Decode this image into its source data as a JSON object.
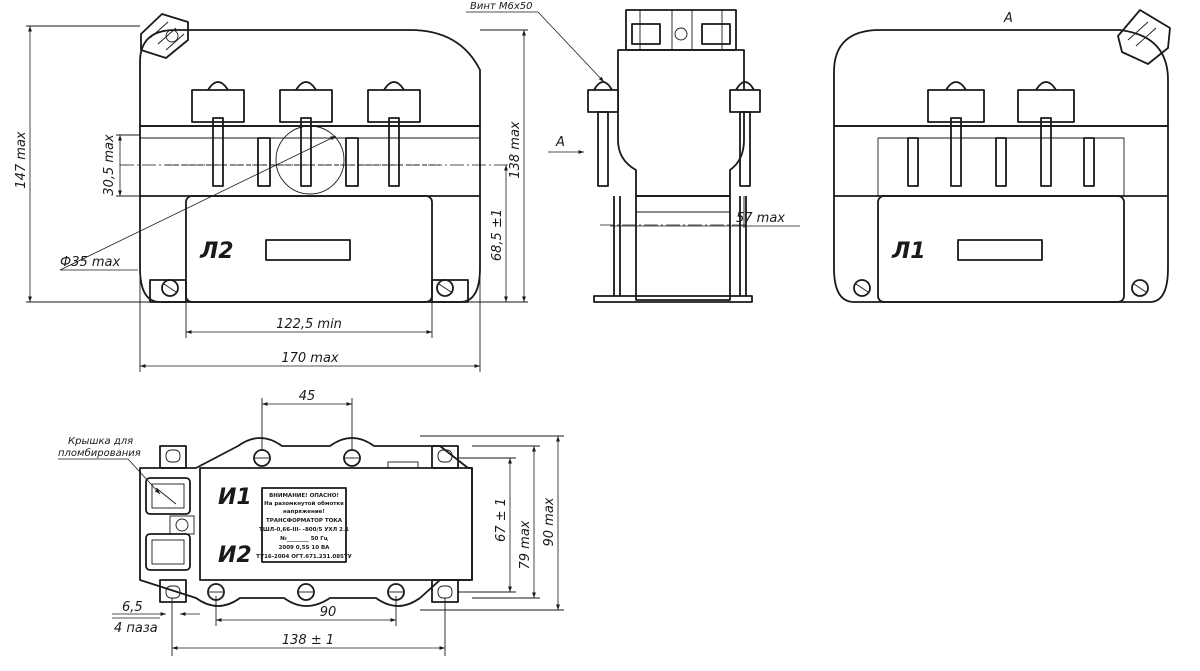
{
  "labels": {
    "screw": "Винт М6х50",
    "view_a": "А",
    "arrow_a": "А",
    "cover_line1": "Крышка для",
    "cover_line2": "пломбирования"
  },
  "terminal_marks": {
    "front": "Л2",
    "rear": "Л1",
    "top_upper": "И1",
    "top_lower": "И2"
  },
  "dimensions": {
    "height_total": "147 max",
    "window_height": "30,5 max",
    "body_height": "138 max",
    "base_height": "68,5 ±1",
    "diameter": "Ф35 max",
    "width_min": "122,5 min",
    "width_max": "170 max",
    "depth": "57 max",
    "pitch_top": "45",
    "pitch_bottom": "90",
    "mount_width": "67 ± 1",
    "depth_79": "79 max",
    "depth_90": "90 max",
    "slot": "6,5",
    "slot_count": "4 паза",
    "mount_length": "138 ± 1"
  },
  "nameplate": [
    "ВНИМАНИЕ! ОПАСНО!",
    "На разомкнутой обмотке",
    "напряжение!",
    "ТРАНСФОРМАТОР ТОКА",
    "ТШЛ-0,66-III-   -800/5 УХЛ 2.1",
    "№________   50 Гц",
    "2009     0,5S   10 ВА",
    "ТУ16-2004 ОГТ.671.231.085ТУ"
  ]
}
